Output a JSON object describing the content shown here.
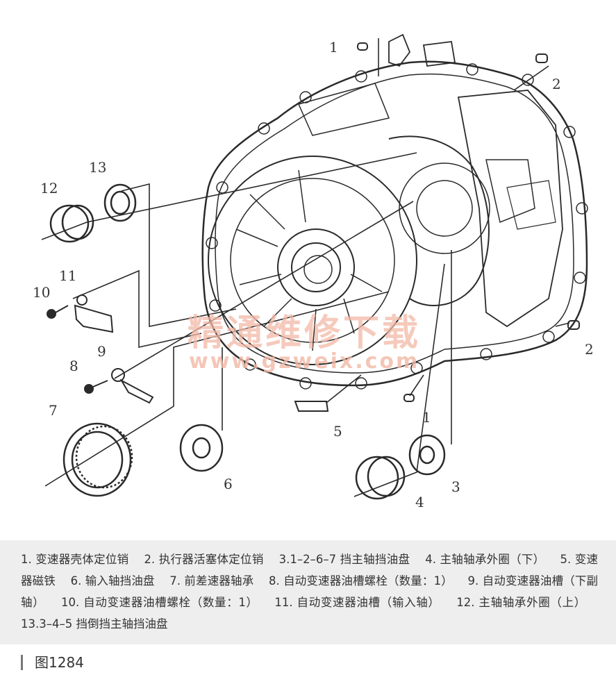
{
  "callouts": {
    "c1a": "1",
    "c2a": "2",
    "c13": "13",
    "c12": "12",
    "c11": "11",
    "c10": "10",
    "c9": "9",
    "c8": "8",
    "c7": "7",
    "c2b": "2",
    "c5": "5",
    "c1b": "1",
    "c6": "6",
    "c3": "3",
    "c4": "4"
  },
  "watermark": {
    "cn": "精通维修下载",
    "url": "www.gzweix.com"
  },
  "legend": [
    "1. 变速器壳体定位销",
    "2. 执行器活塞体定位销",
    "3.1–2–6–7 挡主轴挡油盘",
    "4. 主轴轴承外圈（下）",
    "5. 变速器磁铁",
    "6. 输入轴挡油盘",
    "7. 前差速器轴承",
    "8. 自动变速器油槽螺栓（数量：1）",
    "9. 自动变速器油槽（下副轴）",
    "10. 自动变速器油槽螺栓（数量：1）",
    "11. 自动变速器油槽（输入轴）",
    "12. 主轴轴承外圈（上）",
    "13.3–4–5 挡倒挡主轴挡油盘"
  ],
  "figure_label": "图1284"
}
